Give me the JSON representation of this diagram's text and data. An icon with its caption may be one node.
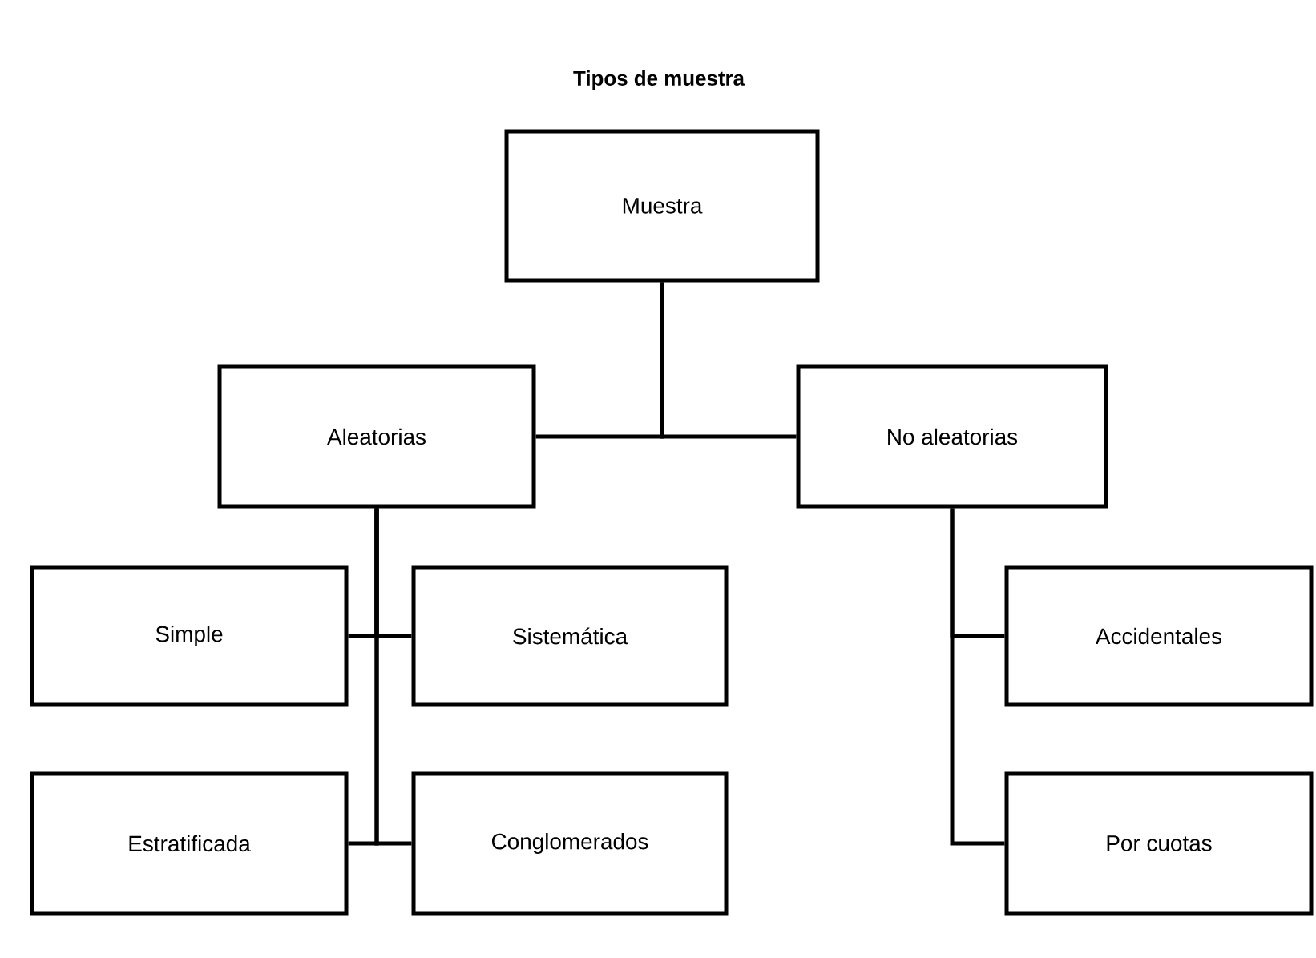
{
  "diagram": {
    "title": "Tipos de muestra",
    "nodes": [
      {
        "text": [
          "Muestra"
        ]
      },
      {
        "text": [
          "Aleatorias"
        ]
      },
      {
        "text": [
          "No aleatorias"
        ]
      },
      {
        "text": [
          "Simple"
        ]
      },
      {
        "text": [
          "Sistemática"
        ]
      },
      {
        "text": [
          "Estratificada"
        ]
      },
      {
        "text": [
          "Conglomerados"
        ]
      },
      {
        "text": [
          "Accidentales"
        ]
      },
      {
        "text": [
          "Por cuotas"
        ]
      }
    ],
    "edges": [
      {
        "from": 0,
        "to": 1,
        "arrow": "none"
      },
      {
        "from": 0,
        "to": 2,
        "arrow": "none"
      },
      {
        "from": 1,
        "to": 3,
        "arrow": "none"
      },
      {
        "from": 1,
        "to": 4,
        "arrow": "none"
      },
      {
        "from": 1,
        "to": 5,
        "arrow": "none"
      },
      {
        "from": 1,
        "to": 6,
        "arrow": "none"
      },
      {
        "from": 2,
        "to": 7,
        "arrow": "none"
      },
      {
        "from": 2,
        "to": 8,
        "arrow": "none"
      }
    ]
  }
}
